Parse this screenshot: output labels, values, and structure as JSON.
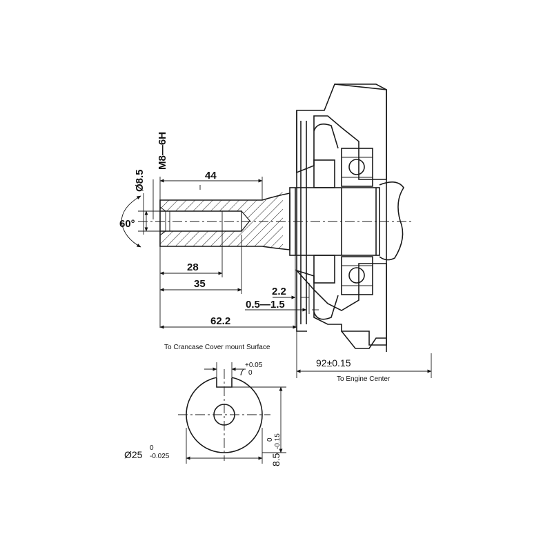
{
  "labels": {
    "thread": "M8—6H",
    "bore_dia": "Ø8.5",
    "angle": "60°",
    "dim_44": "44",
    "dim_28": "28",
    "dim_35": "35",
    "dim_62_2": "62.2",
    "dim_2_2": "2.2",
    "dim_0_5_1_5": "0.5—1.5",
    "note_crankcase": "To Crancase Cover mount Surface",
    "dim_92": "92±0.15",
    "note_engine_center": "To Engine Center",
    "key_width": "7",
    "key_width_tol_upper": "+0.05",
    "key_width_tol_lower": "0",
    "shaft_dia": "Ø25",
    "shaft_dia_tol_upper": "0",
    "shaft_dia_tol_lower": "-0.025",
    "key_depth": "8.5",
    "key_depth_tol": "-0.15",
    "key_depth_tol_upper": "0"
  },
  "colors": {
    "line": "#1a1a1a",
    "background": "#ffffff"
  }
}
